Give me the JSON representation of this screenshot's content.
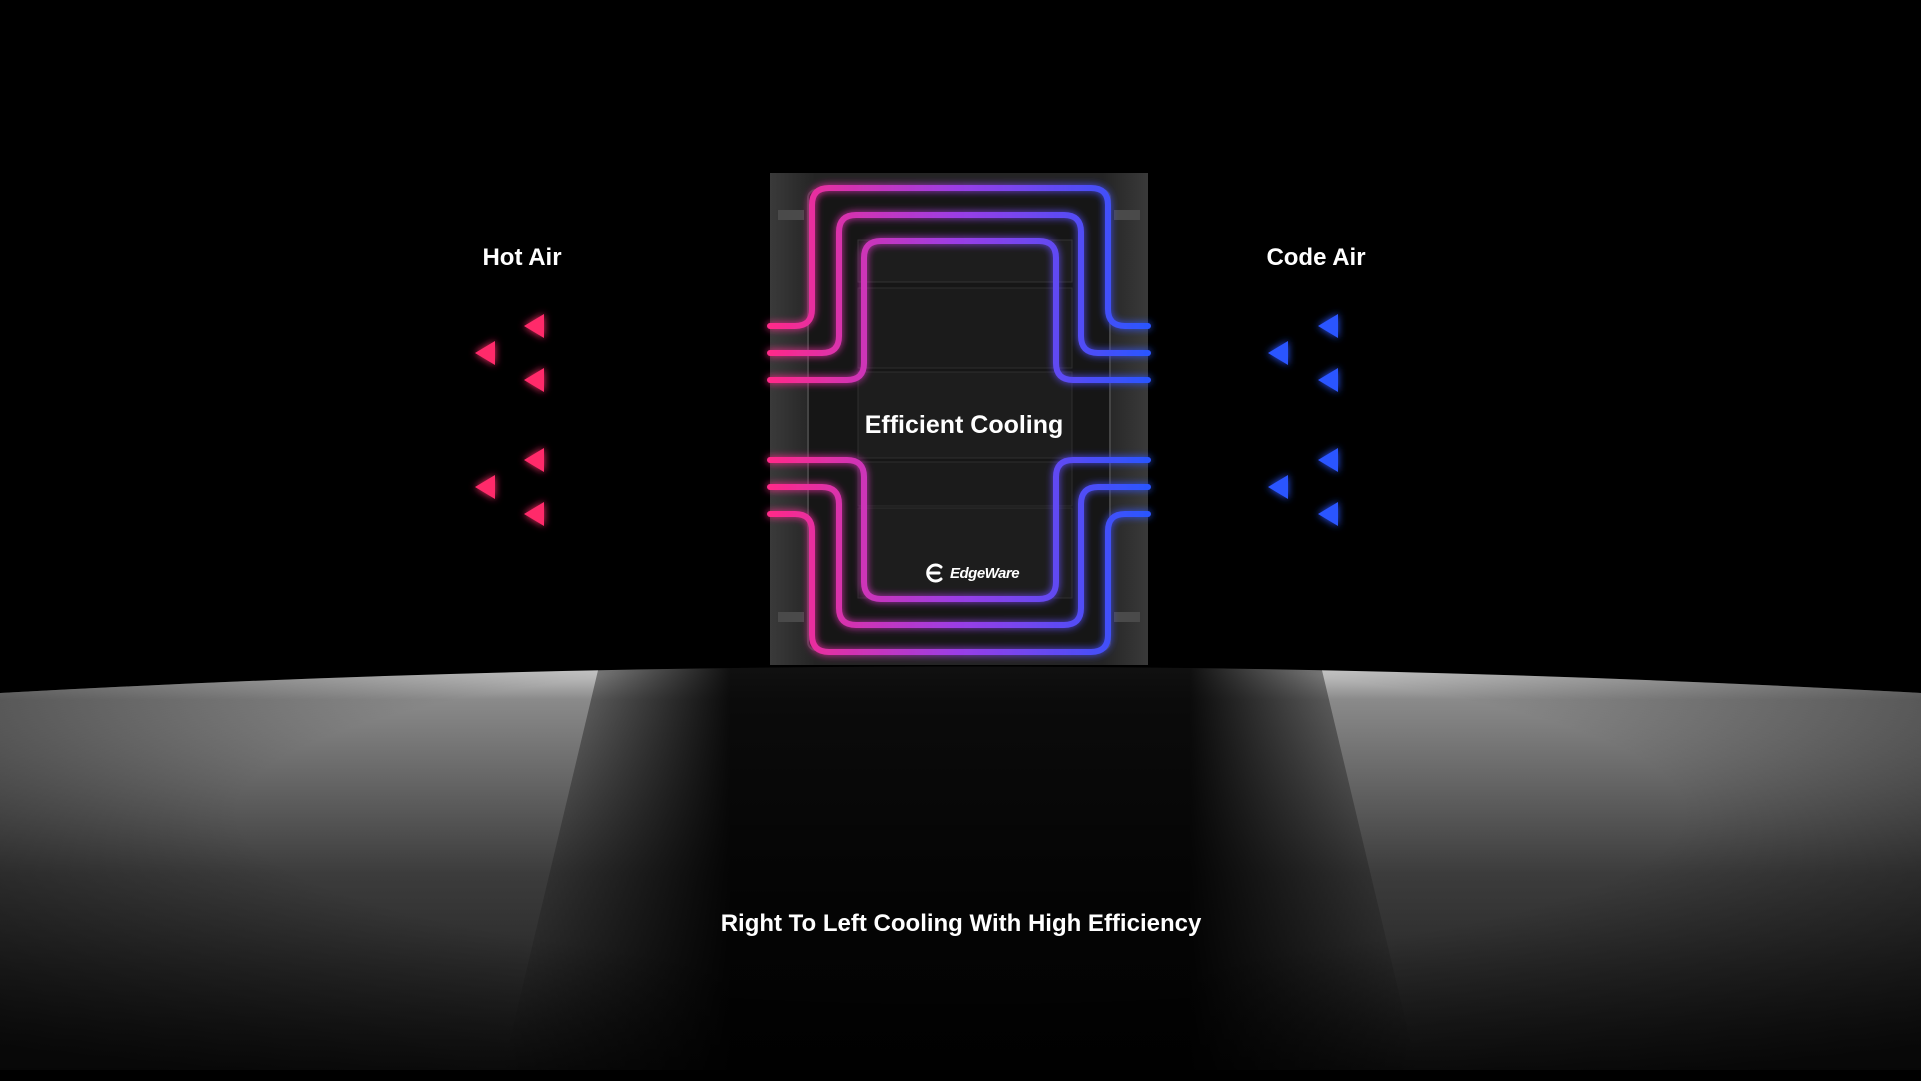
{
  "diagram": {
    "hot_label": "Hot Air",
    "cold_label": "Code Air",
    "center_label": "Efficient Cooling",
    "caption": "Right To Left Cooling With High Efficiency",
    "brand_name": "EdgeWare"
  },
  "colors": {
    "hot": "#ff2a6a",
    "cold": "#2a55ff",
    "mid": "#a040e0",
    "background": "#000000",
    "cabinet": "#2a2a2a"
  },
  "icons": {
    "flow_arrow": "triangle-left-icon",
    "brand": "edgeware-logo-icon"
  }
}
